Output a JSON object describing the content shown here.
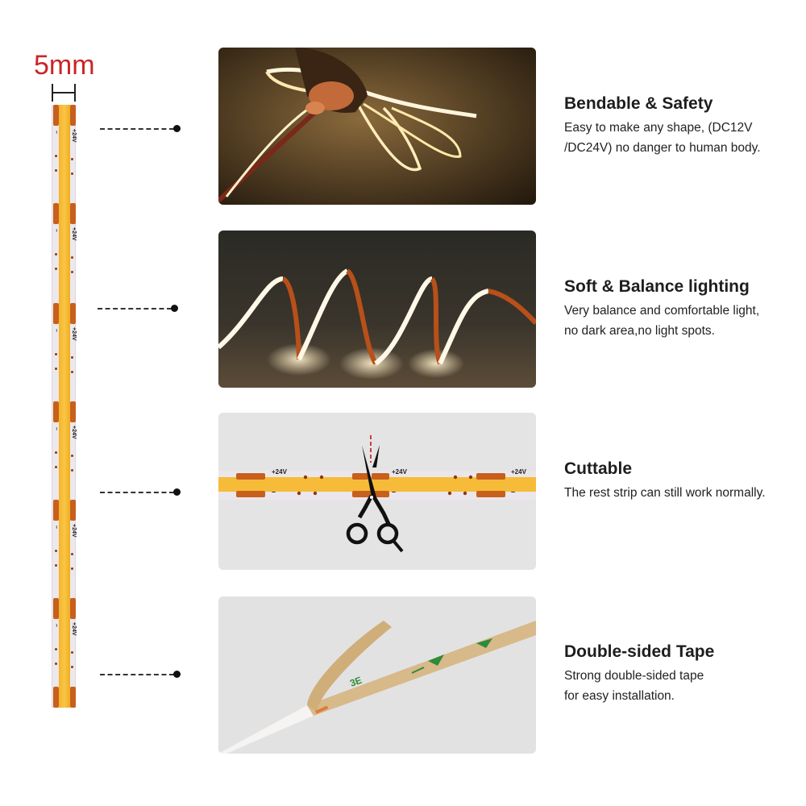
{
  "dimension": {
    "label": "5mm",
    "color": "#c8262a"
  },
  "strip": {
    "voltage_label": "+24V",
    "negative_label": "–",
    "core_color": "#f9c646",
    "pad_color": "#c7601c"
  },
  "features": [
    {
      "title": "Bendable & Safety",
      "desc_lines": [
        "Easy to make any shape, (DC12V",
        "/DC24V) no danger to human body."
      ],
      "image": "hand-holding-bent-led-strip"
    },
    {
      "title": "Soft & Balance lighting",
      "desc_lines": [
        "Very balance and comfortable light,",
        "no dark area,no light spots."
      ],
      "image": "wavy-glowing-led-strip"
    },
    {
      "title": "Cuttable",
      "desc_lines": [
        "The rest strip can still work normally."
      ],
      "image": "scissors-cutting-led-strip",
      "strip_labels": [
        "+24V",
        "+24V",
        "+24V"
      ],
      "neg_labels": [
        "–",
        "–",
        "–"
      ]
    },
    {
      "title": "Double-sided Tape",
      "desc_lines": [
        "Strong double-sided tape",
        "for easy installation."
      ],
      "image": "peeling-adhesive-backing",
      "tape_mark": "3E"
    }
  ]
}
